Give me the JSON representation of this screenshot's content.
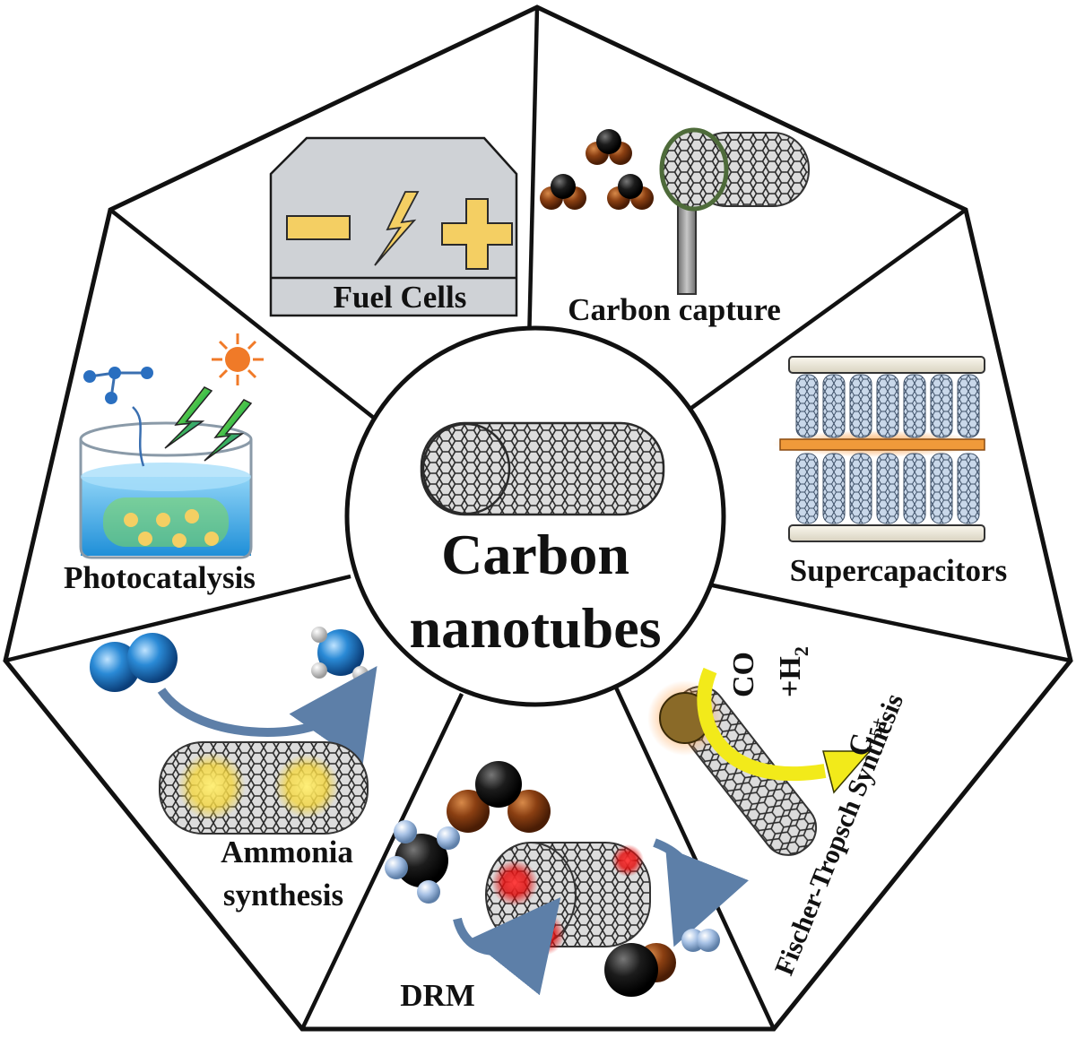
{
  "center": {
    "line1": "Carbon",
    "line2": "nanotubes"
  },
  "sectors": [
    {
      "id": "fuel-cells",
      "label": "Fuel Cells"
    },
    {
      "id": "carbon-capture",
      "label": "Carbon capture"
    },
    {
      "id": "supercapacitors",
      "label": "Supercapacitors"
    },
    {
      "id": "fischer-tropsch",
      "label": "Fischer-Tropsch Synthesis"
    },
    {
      "id": "drm",
      "label": "DRM"
    },
    {
      "id": "ammonia",
      "label_line1": "Ammonia",
      "label_line2": "synthesis"
    },
    {
      "id": "photocatalysis",
      "label": "Photocatalysis"
    }
  ],
  "fischer": {
    "reactant1": "CO",
    "reactant2": "+H",
    "reactant2_sub": "2",
    "product": "C",
    "product_sub": "5+"
  },
  "fuel_cell_icons": {
    "minus": "minus-icon",
    "plus": "plus-icon",
    "bolt": "lightning-bolt-icon"
  },
  "colors": {
    "outline": "#111111",
    "gold": "#f4cf63",
    "gray_box": "#cfd2d6",
    "water_blue": "#3fa9e6",
    "nitrogen_blue": "#1f78c8",
    "co2_black": "#1b1b1b",
    "co2_brown": "#8a3f12",
    "hot_red": "#e01818",
    "sun_orange": "#f07a28"
  }
}
